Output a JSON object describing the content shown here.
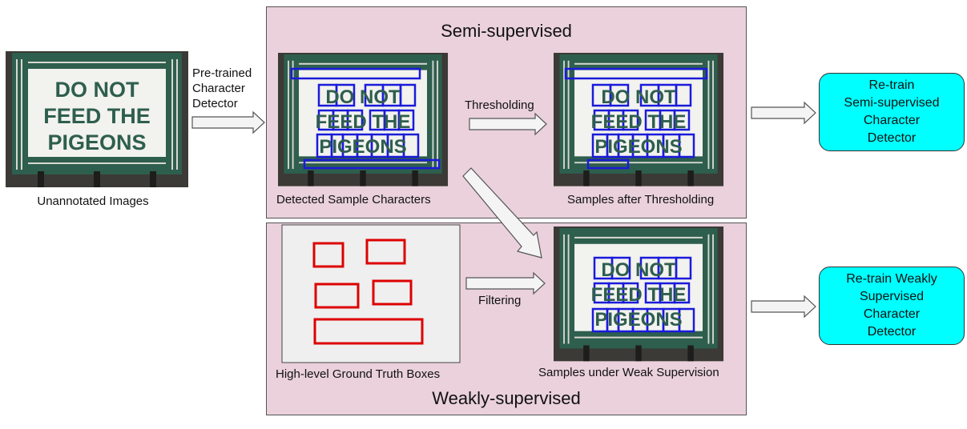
{
  "panels": {
    "semi_title": "Semi-supervised",
    "weak_title": "Weakly-supervised"
  },
  "sign": {
    "line1": "DO NOT",
    "line2": "FEED THE",
    "line3": "PIGEONS"
  },
  "captions": {
    "unannotated": "Unannotated Images",
    "detected": "Detected Sample Characters",
    "after_threshold": "Samples after Thresholding",
    "ground_truth": "High-level Ground Truth Boxes",
    "weak_samples": "Samples under Weak Supervision"
  },
  "arrows": {
    "pretrained": "Pre-trained\nCharacter\nDetector",
    "thresholding": "Thresholding",
    "filtering": "Filtering"
  },
  "outputs": {
    "semi": "Re-train\nSemi-supervised\nCharacter\nDetector",
    "weak": "Re-train Weakly\nSupervised\nCharacter\nDetector"
  },
  "colors": {
    "panel": "#ead1dc",
    "output": "#00ffff",
    "sign_frame": "#2e5e4e",
    "detection_box": "#1a1adb",
    "ground_truth_box": "#dd0000"
  }
}
